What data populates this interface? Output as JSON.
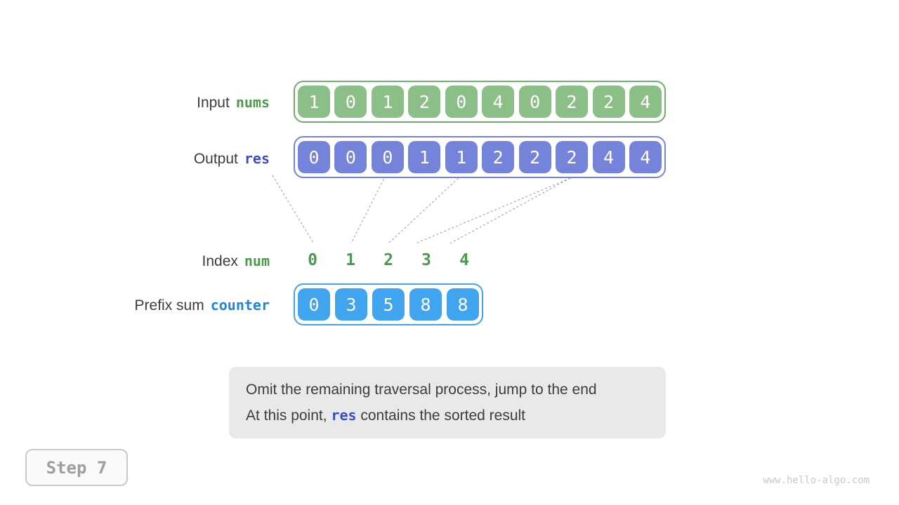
{
  "rows": {
    "input": {
      "label": "Input",
      "var": "nums",
      "values": [
        "1",
        "0",
        "1",
        "2",
        "0",
        "4",
        "0",
        "2",
        "2",
        "4"
      ]
    },
    "output": {
      "label": "Output",
      "var": "res",
      "values": [
        "0",
        "0",
        "0",
        "1",
        "1",
        "2",
        "2",
        "2",
        "4",
        "4"
      ]
    },
    "index": {
      "label": "Index",
      "var": "num",
      "values": [
        "0",
        "1",
        "2",
        "3",
        "4"
      ]
    },
    "prefix": {
      "label": "Prefix sum",
      "var": "counter",
      "values": [
        "0",
        "3",
        "5",
        "8",
        "8"
      ]
    }
  },
  "note": {
    "line1": "Omit the remaining traversal process, jump to the end",
    "line2_prefix": "At this point, ",
    "line2_code": "res",
    "line2_suffix": " contains the sorted result"
  },
  "step_label": "Step 7",
  "watermark": "www.hello-algo.com",
  "colors": {
    "green-cell": "#8CBF87",
    "green-border": "#6FAE6B",
    "green-text": "#4A9C4C",
    "indigo-cell": "#7583DB",
    "indigo-border": "#7583DB",
    "indigo-text": "#3A4CC8",
    "blue-cell": "#41A4EE",
    "blue-border": "#41A4EE",
    "blue-text": "#1B87D9",
    "text-dark": "#3C3C3C",
    "note-bg": "#E9E9E9",
    "line-gray": "#999999",
    "step-text": "#9E9E9E",
    "step-border": "#C9C9C9",
    "step-bg": "#FAFAFA",
    "watermark": "#C9C9C9"
  }
}
